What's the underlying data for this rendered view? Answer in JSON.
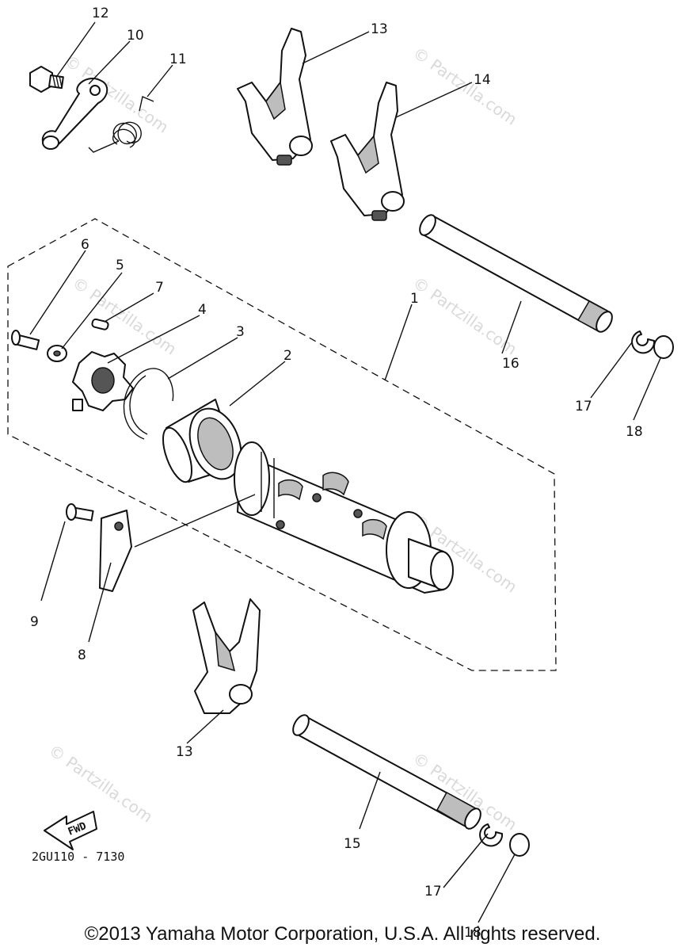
{
  "callouts": {
    "c1": "1",
    "c2": "2",
    "c3": "3",
    "c4": "4",
    "c5": "5",
    "c6": "6",
    "c7": "7",
    "c8": "8",
    "c9": "9",
    "c10": "10",
    "c11": "11",
    "c12": "12",
    "c13a": "13",
    "c13b": "13",
    "c14": "14",
    "c15": "15",
    "c16": "16",
    "c17a": "17",
    "c17b": "17",
    "c18a": "18",
    "c18b": "18"
  },
  "fwd_label": "FWD",
  "diagram_code": "2GU110 - 7130",
  "watermark": "© Partzilla.com",
  "copyright": "©2013 Yamaha Motor Corporation, U.S.A. All rights reserved."
}
